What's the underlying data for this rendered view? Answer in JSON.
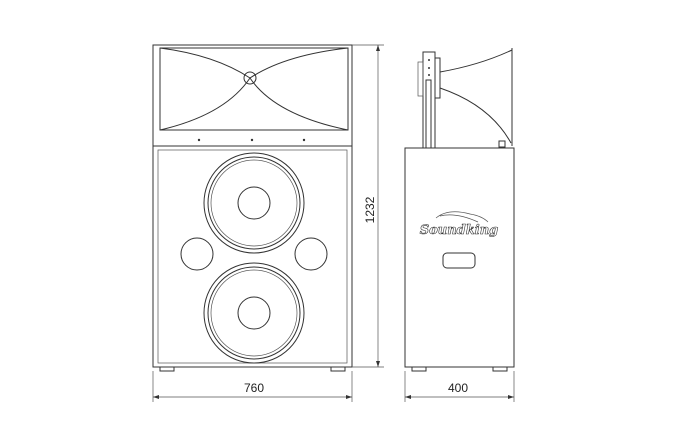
{
  "drawing": {
    "dimensions": {
      "height_mm": "1232",
      "width_mm": "760",
      "depth_mm": "400"
    },
    "brand_logo": "Soundking"
  }
}
